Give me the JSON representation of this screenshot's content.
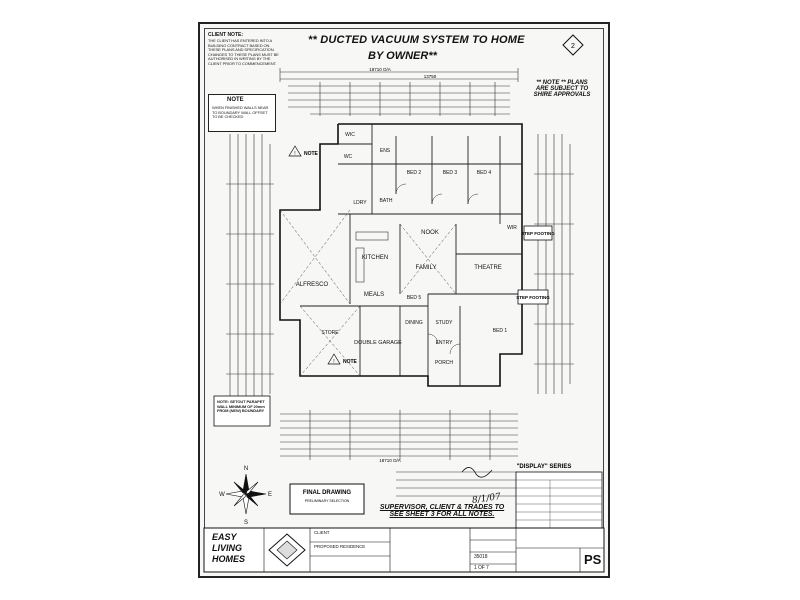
{
  "header": {
    "title_line1": "DUCTED VACUUM SYSTEM TO HOME",
    "title_line2": "BY OWNER",
    "client_note_heading": "CLIENT NOTE:",
    "client_note_body": "THE CLIENT HAS ENTERED INTO A BUILDING CONTRACT BASED ON THESE PLANS AND SPECIFICATION. CHANGES TO THESE PLANS MUST BE AUTHORISED IN WRITING BY THE CLIENT PRIOR TO COMMENCEMENT.",
    "shire_note": "** NOTE ** PLANS ARE SUBJECT TO SHIRE APPROVALS",
    "stamp_number": "2"
  },
  "dimensions": {
    "overall_top": "18710 O/A",
    "overall_bottom": "18710 O/A",
    "top_segment": "13750"
  },
  "notes": {
    "note_left_heading": "NOTE",
    "note_left_body": "WHEN FINISHED WALLS NEAR TO BOUNDARY WALL OFFSET TO BE CHECKED",
    "note_mid_heading": "NOTE",
    "note_bottom_heading": "NOTE",
    "step_footing_1": "STEP FOOTING",
    "step_footing_2": "STEP FOOTING",
    "note_offset": "NOTE: SETOUT PARAPET WALL MINIMUM OF 20mm FROM (NEW) BOUNDARY"
  },
  "rooms": {
    "wic": "WIC",
    "ens": "ENS",
    "bed2": "BED 2",
    "bed3": "BED 3",
    "bed4": "BED 4",
    "nook": "NOOK",
    "kitchen": "KITCHEN",
    "alfresco": "ALFRESCO",
    "family": "FAMILY",
    "meals": "MEALS",
    "theatre": "THEATRE",
    "garage": "DOUBLE GARAGE",
    "store": "STORE",
    "dining": "DINING",
    "bed1": "BED 1",
    "study": "STUDY",
    "porch": "PORCH",
    "entry": "ENTRY",
    "bed5": "BED 5",
    "wc": "WC",
    "ldry": "LDRY",
    "bath": "BATH",
    "wir": "WIR"
  },
  "footer": {
    "final_drawing": "FINAL DRAWING",
    "final_drawing_sub": "PRELIMINARY SELECTION",
    "supervisor_note": "SUPERVISOR, CLIENT & TRADES TO SEE SHEET 3 FOR ALL NOTES.",
    "display_series": "\"DISPLAY\" SERIES",
    "company_line1": "EASY",
    "company_line2": "LIVING",
    "company_line3": "HOMES",
    "client_label": "CLIENT",
    "proposed": "PROPOSED RESIDENCE",
    "sheet": "1 OF 7",
    "job_no": "35018",
    "ps": "PS",
    "signed_date": "8/1/07",
    "compass_n": "N",
    "compass_s": "S",
    "compass_e": "E",
    "compass_w": "W"
  }
}
